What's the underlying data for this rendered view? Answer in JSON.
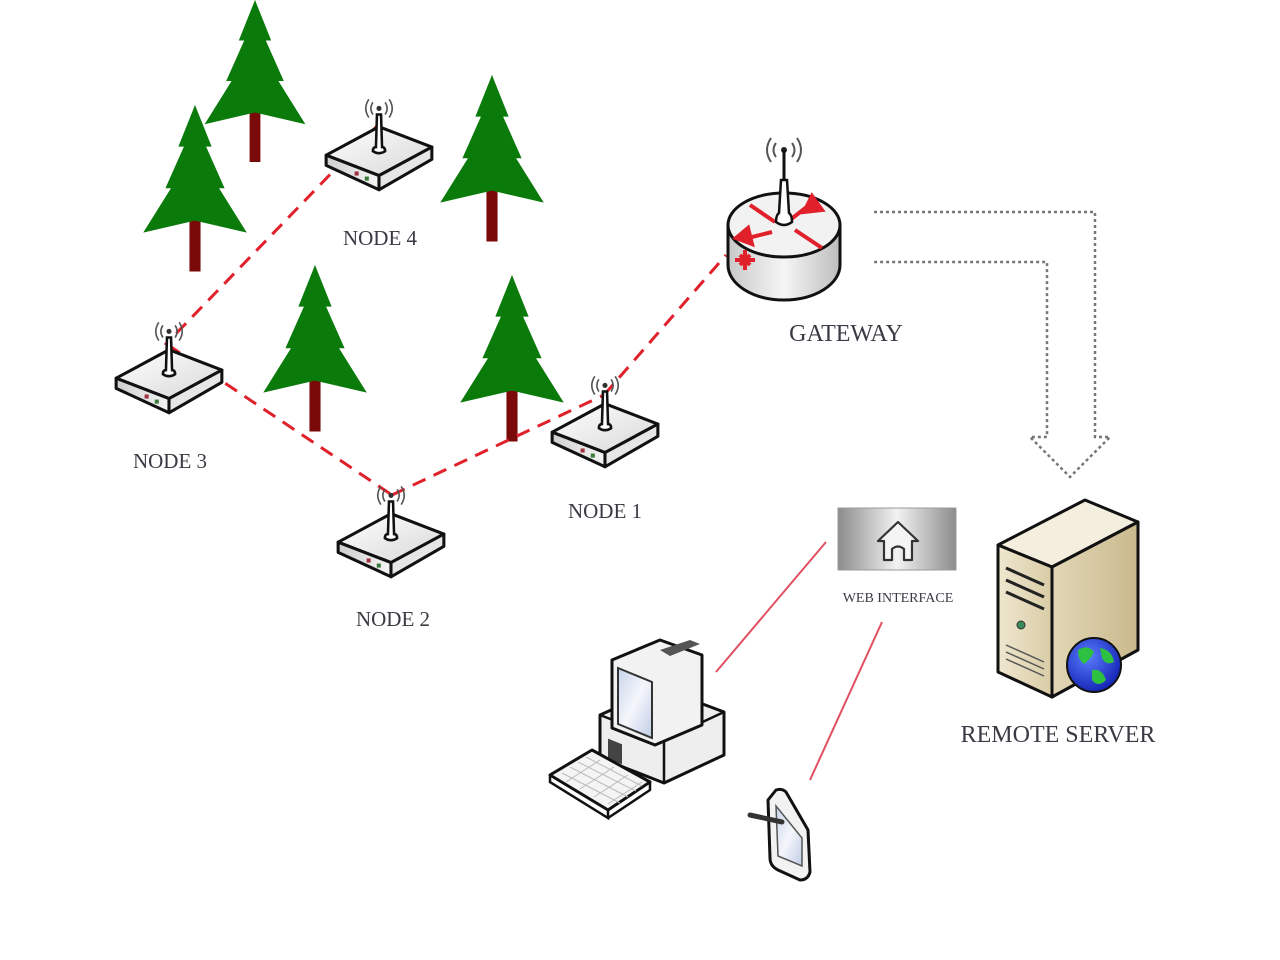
{
  "diagram": {
    "title": "Wireless sensor network with gateway and remote server",
    "nodes": [
      {
        "id": "node1",
        "label": "NODE 1"
      },
      {
        "id": "node2",
        "label": "NODE 2"
      },
      {
        "id": "node3",
        "label": "NODE 3"
      },
      {
        "id": "node4",
        "label": "NODE 4"
      }
    ],
    "gateway": {
      "label": "GATEWAY"
    },
    "server": {
      "label": "REMOTE SERVER"
    },
    "web_interface": {
      "label": "WEB INTERFACE"
    },
    "clients": [
      "desktop-computer",
      "tablet"
    ],
    "links": [
      {
        "from": "node4",
        "to": "node3",
        "style": "red-dashed"
      },
      {
        "from": "node3",
        "to": "node2",
        "style": "red-dashed"
      },
      {
        "from": "node2",
        "to": "node1",
        "style": "red-dashed"
      },
      {
        "from": "node1",
        "to": "gateway",
        "style": "red-dashed"
      },
      {
        "from": "gateway",
        "to": "server",
        "style": "dotted-arrow"
      },
      {
        "from": "web_interface",
        "to": "desktop-computer",
        "style": "red-solid"
      },
      {
        "from": "web_interface",
        "to": "tablet",
        "style": "red-solid"
      }
    ],
    "colors": {
      "link_red": "#e0202a",
      "tree_green": "#0a7a0a",
      "trunk": "#7a0a0a",
      "server_body": "#e9dfc4"
    }
  }
}
